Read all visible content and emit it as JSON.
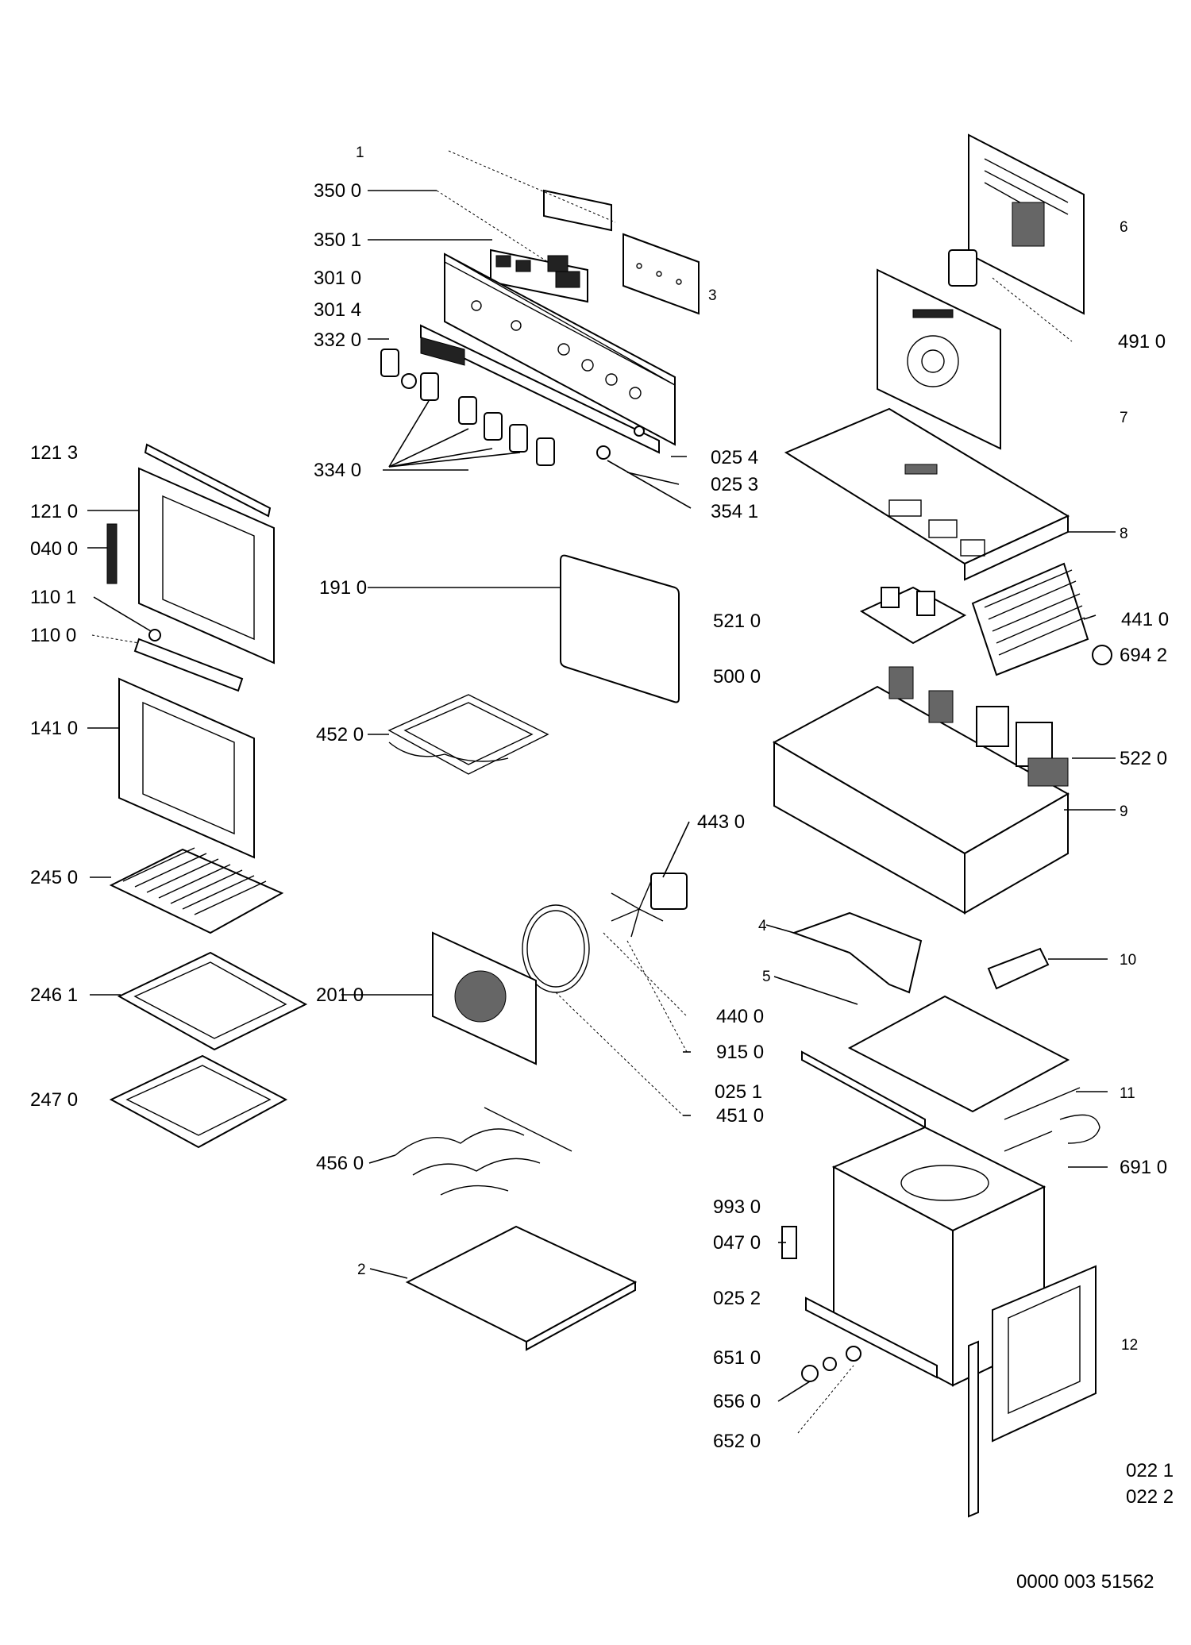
{
  "labels": {
    "p1": "1",
    "p350_0": "350 0",
    "p350_1": "350 1",
    "p301_0": "301 0",
    "p301_4": "301 4",
    "p332_0": "332 0",
    "p334_0": "334 0",
    "p3": "3",
    "p025_4": "025 4",
    "p025_3": "025 3",
    "p354_1": "354 1",
    "p6": "6",
    "p491_0": "491 0",
    "p7": "7",
    "p8": "8",
    "p441_0": "441 0",
    "p694_2": "694 2",
    "p522_0": "522 0",
    "p9": "9",
    "p121_3": "121 3",
    "p121_0": "121 0",
    "p040_0": "040 0",
    "p110_1": "110 1",
    "p110_0": "110 0",
    "p141_0": "141 0",
    "p245_0": "245 0",
    "p246_1": "246 1",
    "p247_0": "247 0",
    "p191_0": "191 0",
    "p521_0": "521 0",
    "p500_0": "500 0",
    "p452_0": "452 0",
    "p443_0": "443 0",
    "p201_0": "201 0",
    "p440_0": "440 0",
    "p915_0": "915 0",
    "p025_1": "025 1",
    "p451_0": "451 0",
    "p4": "4",
    "p5": "5",
    "p10": "10",
    "p11": "11",
    "p691_0": "691 0",
    "p456_0": "456 0",
    "p993_0": "993 0",
    "p047_0": "047 0",
    "p025_2": "025 2",
    "p2": "2",
    "p651_0": "651 0",
    "p656_0": "656 0",
    "p652_0": "652 0",
    "p12": "12",
    "p022_1": "022 1",
    "p022_2": "022 2"
  },
  "document_number": "0000 003 51562"
}
